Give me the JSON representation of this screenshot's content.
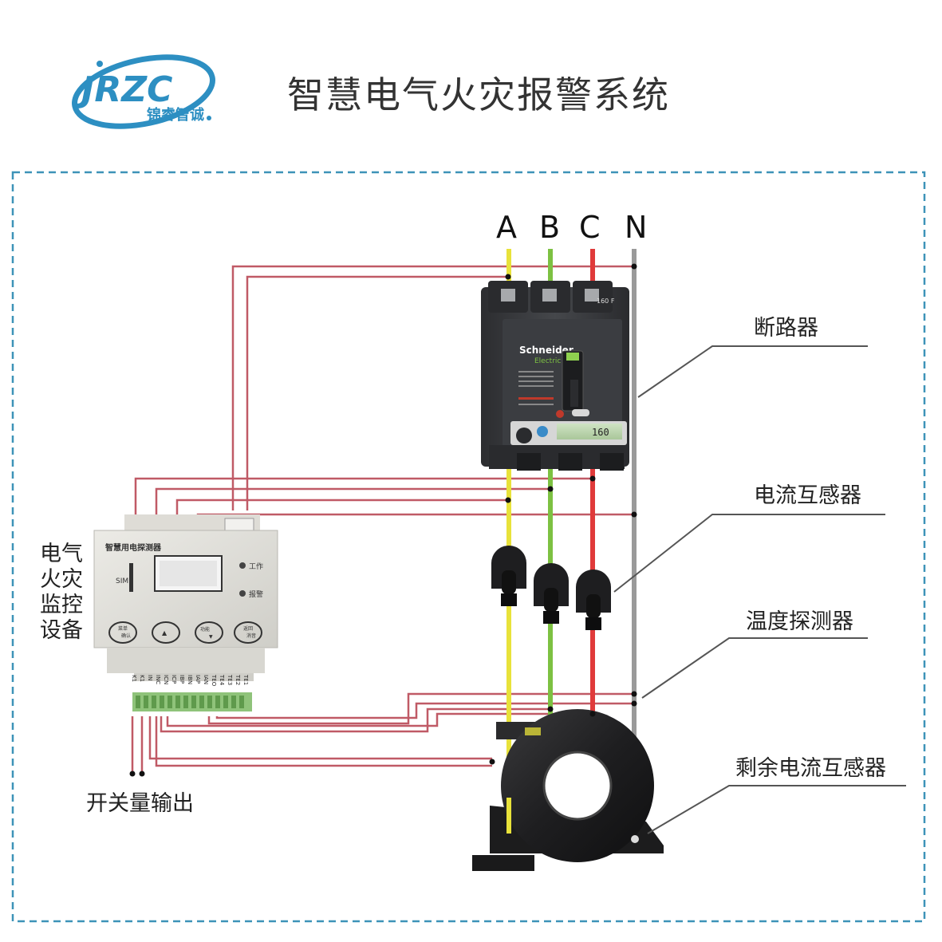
{
  "header": {
    "logo_text": "JRZC",
    "logo_subtext": "锦睿智诚",
    "title": "智慧电气火灾报警系统"
  },
  "phases": [
    {
      "label": "A",
      "color": "#e8e23a"
    },
    {
      "label": "B",
      "color": "#7dc142"
    },
    {
      "label": "C",
      "color": "#e03a3a"
    },
    {
      "label": "N",
      "color": "#9a9a9a"
    }
  ],
  "colors": {
    "wire": "#c05a66",
    "frame": "#3d93b8",
    "callout_line": "#555555"
  },
  "callouts": {
    "breaker": "断路器",
    "current_transformer": "电流互感器",
    "temperature_probe": "温度探测器",
    "residual_ct": "剩余电流互感器"
  },
  "device": {
    "label_lines": [
      "电气",
      "火灾",
      "监控",
      "设备"
    ],
    "front_title": "智慧用电探测器",
    "sim_label": "SIM",
    "led_work": "工作",
    "led_alarm": "报警",
    "buttons": [
      {
        "top": "菜单",
        "bottom": "确认"
      },
      {
        "top": "▲",
        "bottom": ""
      },
      {
        "top": "功能",
        "bottom": "▼"
      },
      {
        "top": "返回",
        "bottom": "消音"
      }
    ],
    "terminal_labels": [
      "K1",
      "K1",
      "IN",
      "INC",
      "ICN",
      "ICP",
      "IBP",
      "IBN",
      "IAP",
      "IAN",
      "TEO",
      "TE4",
      "TE3",
      "TE2",
      "TE1"
    ]
  },
  "breaker": {
    "brand": "Schneider",
    "brand_sub": "Electric",
    "rating_tag": "160 F",
    "display_value": "160"
  },
  "switch_output": "开关量输出"
}
